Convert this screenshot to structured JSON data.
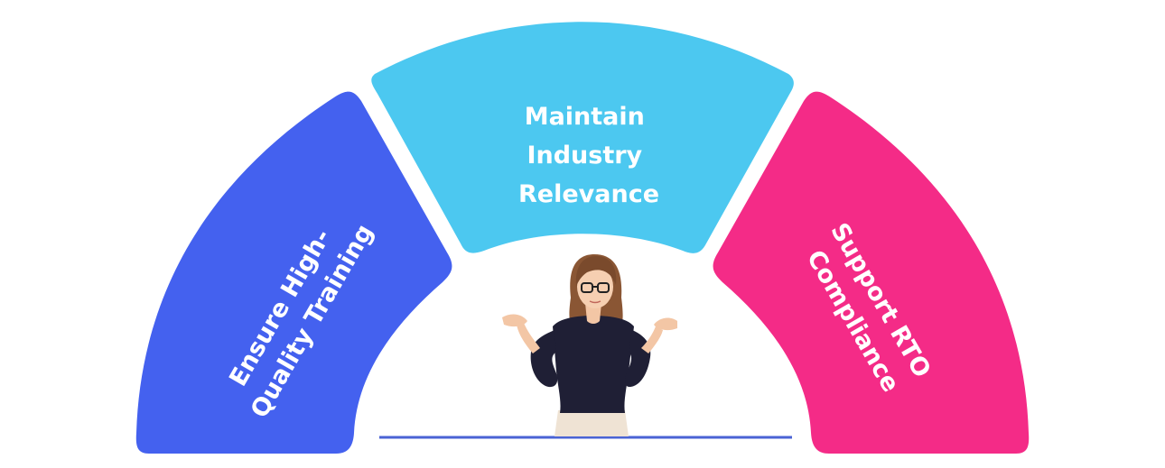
{
  "segments": [
    {
      "id": "left",
      "lines": [
        "Ensure High-",
        "Quality Training"
      ],
      "color": "#4461ef"
    },
    {
      "id": "top",
      "lines": [
        "Maintain",
        "Industry",
        "Relevance"
      ],
      "color": "#4cc8f0"
    },
    {
      "id": "right",
      "lines": [
        "Support RTO",
        "Compliance"
      ],
      "color": "#f42b87"
    }
  ],
  "baseline_color": "#4a63d4",
  "illustration": "woman-shrugging-illustration"
}
